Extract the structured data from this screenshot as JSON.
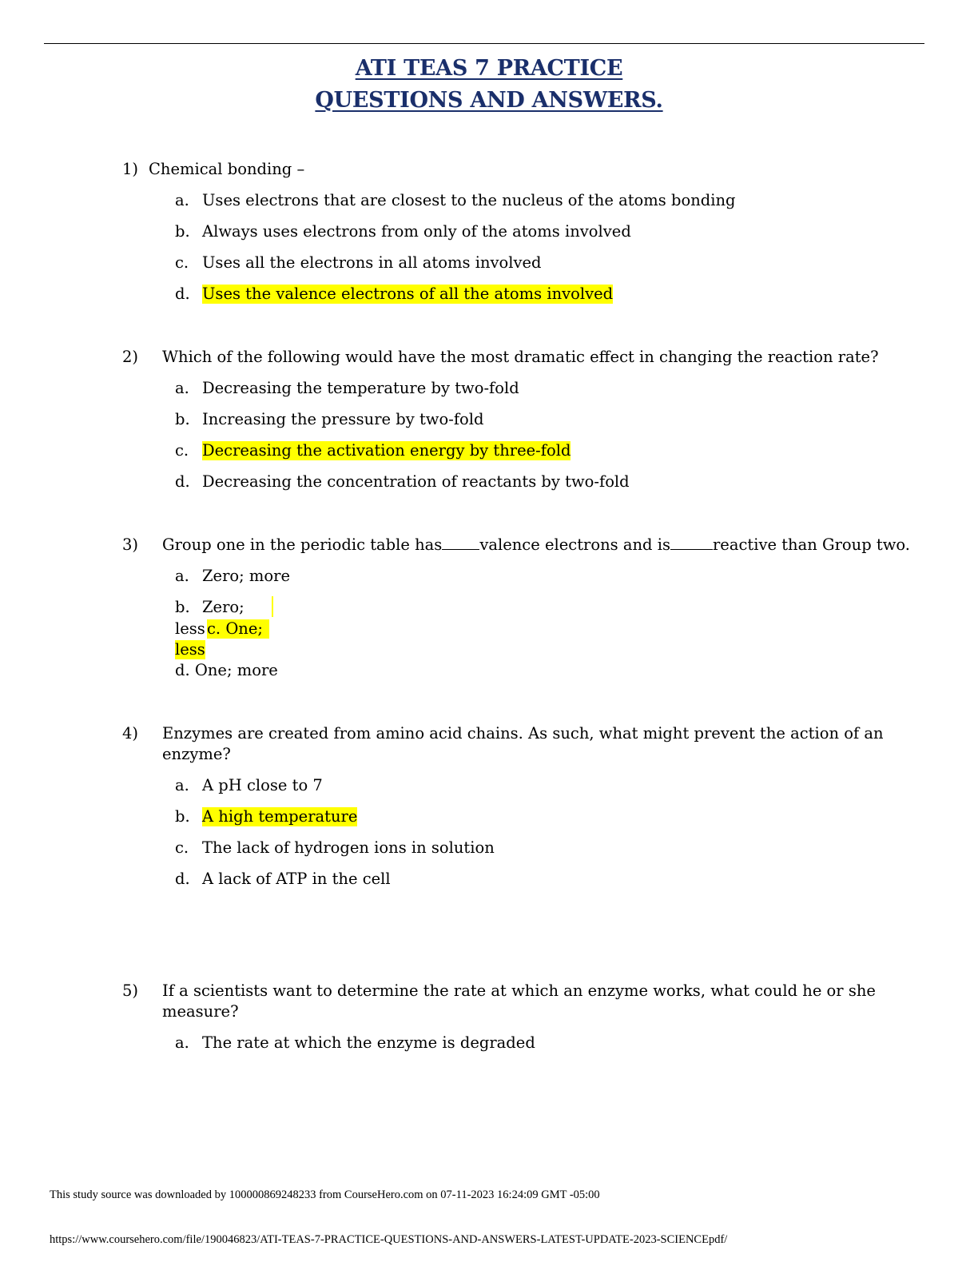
{
  "title": {
    "line1": "ATI TEAS 7 PRACTICE",
    "line2": "QUESTIONS AND ANSWERS."
  },
  "questions": [
    {
      "number": "1)",
      "text": "Chemical bonding –",
      "options": [
        {
          "letter": "a.",
          "text": "Uses electrons that are closest to the nucleus of the atoms bonding"
        },
        {
          "letter": "b.",
          "text": "Always uses electrons from only of the atoms involved"
        },
        {
          "letter": "c.",
          "text": "Uses all the electrons in all atoms involved"
        },
        {
          "letter": "d.",
          "text": "Uses the valence electrons of all the atoms involved"
        }
      ]
    },
    {
      "number": "2)",
      "text": "Which of the following would have the most dramatic effect in changing the reaction rate?",
      "options": [
        {
          "letter": "a.",
          "text": "Decreasing the temperature by two-fold"
        },
        {
          "letter": "b.",
          "text": "Increasing the pressure by two-fold"
        },
        {
          "letter": "c.",
          "text": "Decreasing the activation energy by three-fold"
        },
        {
          "letter": "d.",
          "text": "Decreasing the concentration of reactants by two-fold"
        }
      ]
    },
    {
      "number": "3)",
      "text_part1": "Group one in the periodic table has",
      "text_part2": "valence electrons and is",
      "text_part3": "reactive than Group two.",
      "options": {
        "a_letter": "a.",
        "a_text": "Zero; more",
        "b_letter": "b.",
        "b_text": "Zero;",
        "b_cont": "less",
        "c_text": "c. One;",
        "c_cont": "less",
        "d_text": "d. One; more"
      }
    },
    {
      "number": "4)",
      "text_line1": "Enzymes are created from amino acid chains. As such, what might prevent the action of an",
      "text_line2": "enzyme?",
      "options": [
        {
          "letter": "a.",
          "text": "A pH close to 7"
        },
        {
          "letter": "b.",
          "text": "A high temperature"
        },
        {
          "letter": "c.",
          "text": "The lack of hydrogen ions in solution"
        },
        {
          "letter": "d.",
          "text": "A lack of ATP in the cell"
        }
      ]
    },
    {
      "number": "5)",
      "text_line1": "If a scientists want to determine the rate at which an enzyme works, what could he or she",
      "text_line2": "measure?",
      "options": [
        {
          "letter": "a.",
          "text": "The rate at which the enzyme is degraded"
        }
      ]
    }
  ],
  "footer": {
    "source": "This study source was downloaded by 100000869248233 from CourseHero.com on 07-11-2023 16:24:09 GMT -05:00",
    "url": "https://www.coursehero.com/file/190046823/ATI-TEAS-7-PRACTICE-QUESTIONS-AND-ANSWERS-LATEST-UPDATE-2023-SCIENCEpdf/"
  },
  "colors": {
    "title": "#1a2f6b",
    "highlight": "#ffff00"
  }
}
